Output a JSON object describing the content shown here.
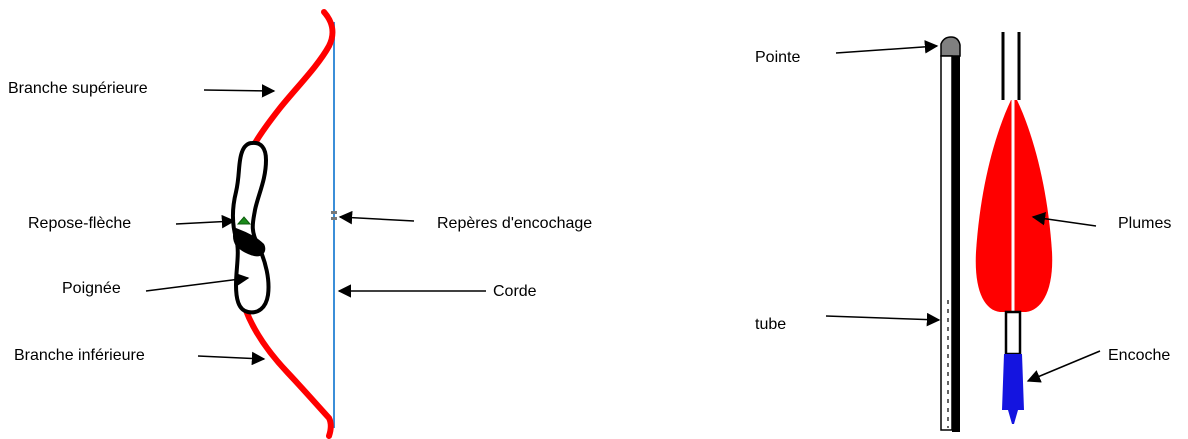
{
  "labels": {
    "upper_limb": "Branche supérieure",
    "arrow_rest": "Repose-flèche",
    "grip": "Poignée",
    "lower_limb": "Branche inférieure",
    "nock_marks": "Repères d'encochage",
    "string": "Corde",
    "point": "Pointe",
    "shaft": "tube",
    "fletching": "Plumes",
    "nock": "Encoche"
  },
  "colors": {
    "limb": "#ff0000",
    "string": "#3b8ed8",
    "arrow_rest": "#1a8a1a",
    "fletching": "#ff0000",
    "nock": "#1414e0",
    "point": "#808080",
    "outline": "#000000"
  }
}
